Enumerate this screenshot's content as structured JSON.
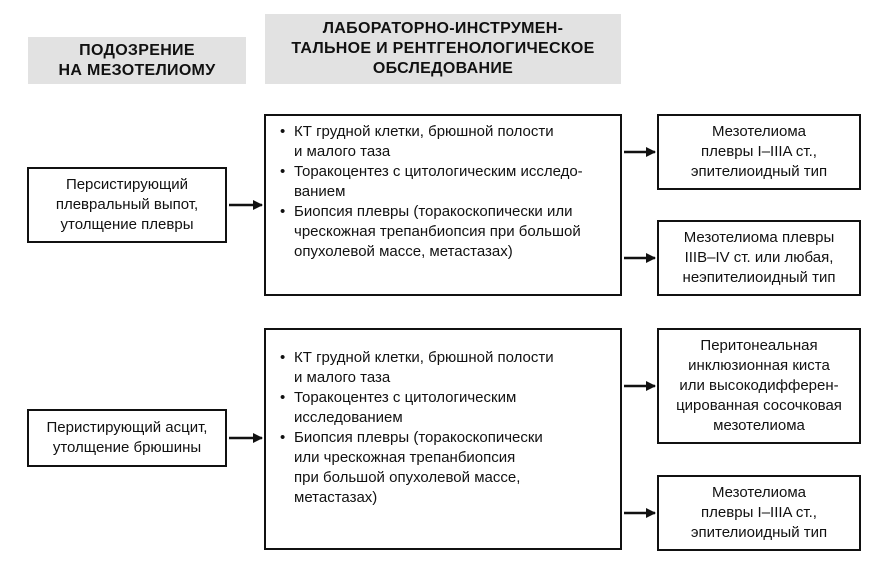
{
  "headers": {
    "suspicion": "ПОДОЗРЕНИЕ\nНА МЕЗОТЕЛИОМУ",
    "examination": "ЛАБОРАТОРНО-ИНСТРУМЕН-\nТАЛЬНОЕ И РЕНТГЕНОЛОГИЧЕСКОЕ\nОБСЛЕДОВАНИЕ"
  },
  "pleural": {
    "presentation": "Персистирующий\nплевральный выпот,\nутолщение плевры",
    "exams": [
      "КТ грудной клетки, брюшной полости\nи малого таза",
      "Торакоцентез с цитологическим исследо-\nванием",
      "Биопсия плевры (торакоскопически или\nчрескожная трепанбиопсия при большой\nопухолевой массе, метастазах)"
    ],
    "outcomes": [
      "Мезотелиома\nплевры I–IIIA ст.,\nэпителиоидный тип",
      "Мезотелиома плевры\nIIIB–IV ст. или любая,\nнеэпителиоидный тип"
    ]
  },
  "peritoneal": {
    "presentation": "Перистирующий асцит,\nутолщение брюшины",
    "exams": [
      "КТ грудной клетки, брюшной полости\nи малого таза",
      "Торакоцентез с цитологическим\nисследованием",
      "Биопсия плевры (торакоскопически\nили чрескожная трепанбиопсия\nпри большой опухолевой массе,\nметастазах)"
    ],
    "outcomes": [
      "Перитонеальная\nинклюзионная киста\nили высокодифферен-\nцированная сосочковая\nмезотелиома",
      "Мезотелиома\nплевры I–IIIA ст.,\nэпителиоидный тип"
    ]
  }
}
